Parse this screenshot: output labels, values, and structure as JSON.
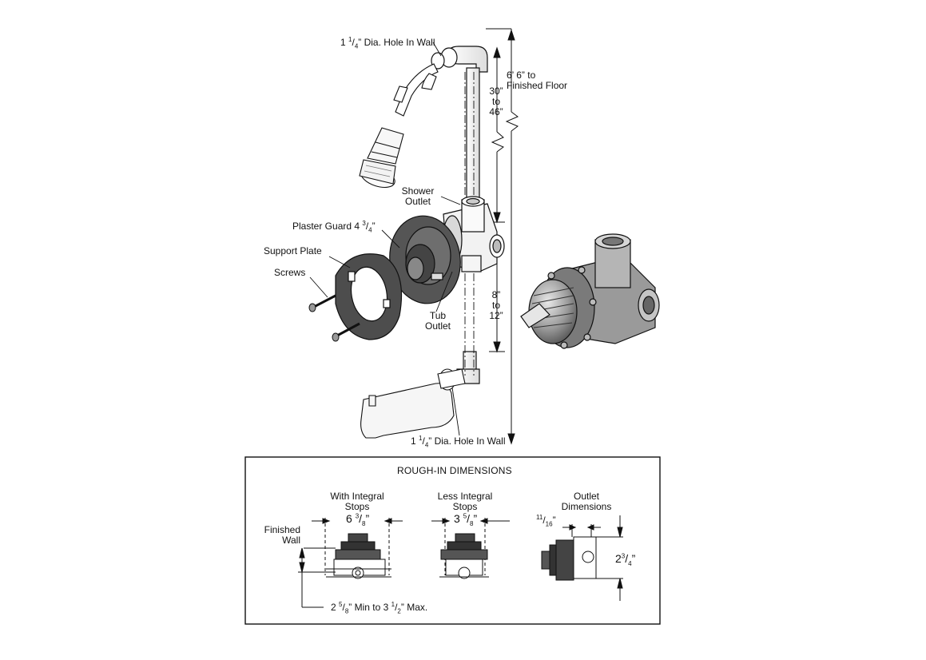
{
  "labels": {
    "hole_top": {
      "pre": "1 ",
      "sup": "1",
      "slash": "/",
      "sub": "4",
      "post": "” Dia. Hole In Wall"
    },
    "floor": {
      "line1": "6’ 6” to",
      "line2": "Finished Floor"
    },
    "range_top": {
      "line1": "30”",
      "line2": "to",
      "line3": "46”"
    },
    "shower_outlet": {
      "line1": "Shower",
      "line2": "Outlet"
    },
    "plaster_guard": {
      "pre": "Plaster Guard 4 ",
      "sup": "3",
      "slash": "/",
      "sub": "4",
      "post": "”"
    },
    "support_plate": "Support Plate",
    "screws": "Screws",
    "tub_outlet": {
      "line1": "Tub",
      "line2": "Outlet"
    },
    "range_bottom": {
      "line1": "8”",
      "line2": "to",
      "line3": "12”"
    },
    "hole_bottom": {
      "pre": "1 ",
      "sup": "1",
      "slash": "/",
      "sub": "4",
      "post": "” Dia. Hole In Wall"
    }
  },
  "rough_in": {
    "title": "ROUGH-IN DIMENSIONS",
    "with_stops": {
      "line1": "With Integral",
      "line2": "Stops",
      "pre": "6 ",
      "sup": "3",
      "slash": "/",
      "sub": "8",
      "post": "”"
    },
    "less_stops": {
      "line1": "Less Integral",
      "line2": "Stops",
      "pre": "3 ",
      "sup": "5",
      "slash": "/",
      "sub": "8",
      "post": "”"
    },
    "outlet": {
      "line1": "Outlet",
      "line2": "Dimensions",
      "width_sup": "11",
      "width_slash": "/",
      "width_sub": "16",
      "width_post": "”",
      "height_pre": "2",
      "height_sup": "3",
      "height_slash": "/",
      "height_sub": "4",
      "height_post": "”"
    },
    "finished_wall": {
      "line1": "Finished",
      "line2": "Wall"
    },
    "depth": {
      "pre": "2 ",
      "sup1": "5",
      "slash1": "/",
      "sub1": "8",
      "mid": "” Min to 3 ",
      "sup2": "1",
      "slash2": "/",
      "sub2": "2",
      "post": "” Max."
    }
  },
  "colors": {
    "ink": "#111111",
    "part_dark": "#4a4a4a",
    "part_mid": "#8a8a8a",
    "part_light": "#c9c9c9",
    "fixture": "#f3f3f3"
  }
}
